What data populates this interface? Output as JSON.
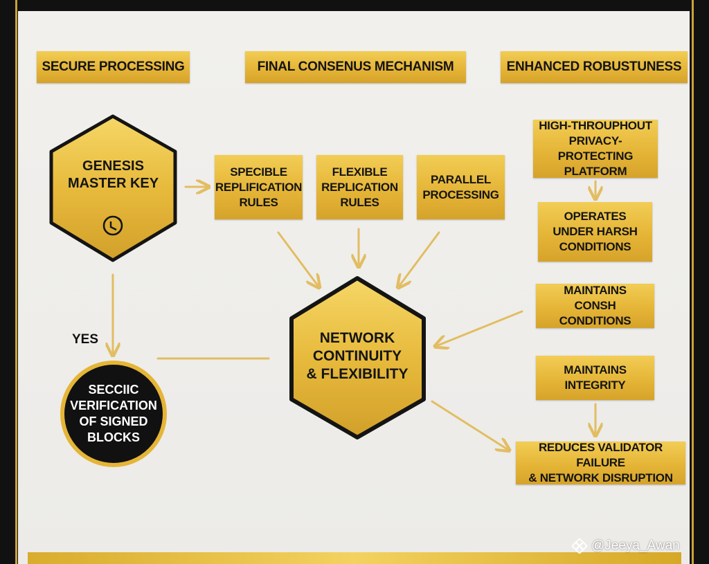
{
  "headers": {
    "left": "SECURE PROCESSING",
    "center": "FINAL CONSENUS MECHANISM",
    "right": "ENHANCED ROBUSTUNESS"
  },
  "genesis": {
    "label": "GENESIS\nMASTER KEY",
    "icon": "clock-icon"
  },
  "rules": [
    {
      "label": "SPECIBLE\nREPLIFICATION\nRULES"
    },
    {
      "label": "FLEXIBLE\nREPLICATION\nRULES"
    },
    {
      "label": "PARALLEL\nPROCESSING"
    }
  ],
  "center_hex": {
    "label": "NETWORK\nCONTINUITY\n& FLEXIBILITY"
  },
  "yes_label": "YES",
  "verification": {
    "label": "SECCIIC\nVERIFICATION\nOF SIGNED\nBLOCKS"
  },
  "right_column": [
    {
      "label": "HIGH-THROUPHOUT\nPRIVACY-PROTECTING\nPLATFORM"
    },
    {
      "label": "OPERATES\nUNDER HARSH\nCONDITIONS"
    },
    {
      "label": "MAINTAINS\nCONSH CONDITIONS"
    },
    {
      "label": "MAINTAINS\nINTEGRITY"
    },
    {
      "label": "REDUCES VALIDATOR FAILURE\n& NETWORK DISRUPTION"
    }
  ],
  "watermark": "@Jeeya_Awan",
  "colors": {
    "gold": "#e5b537",
    "gold_light": "#f2cd55",
    "hex_border": "#141414",
    "connector": "#e2bd62",
    "background": "#efeeeb",
    "frame": "#111111"
  }
}
